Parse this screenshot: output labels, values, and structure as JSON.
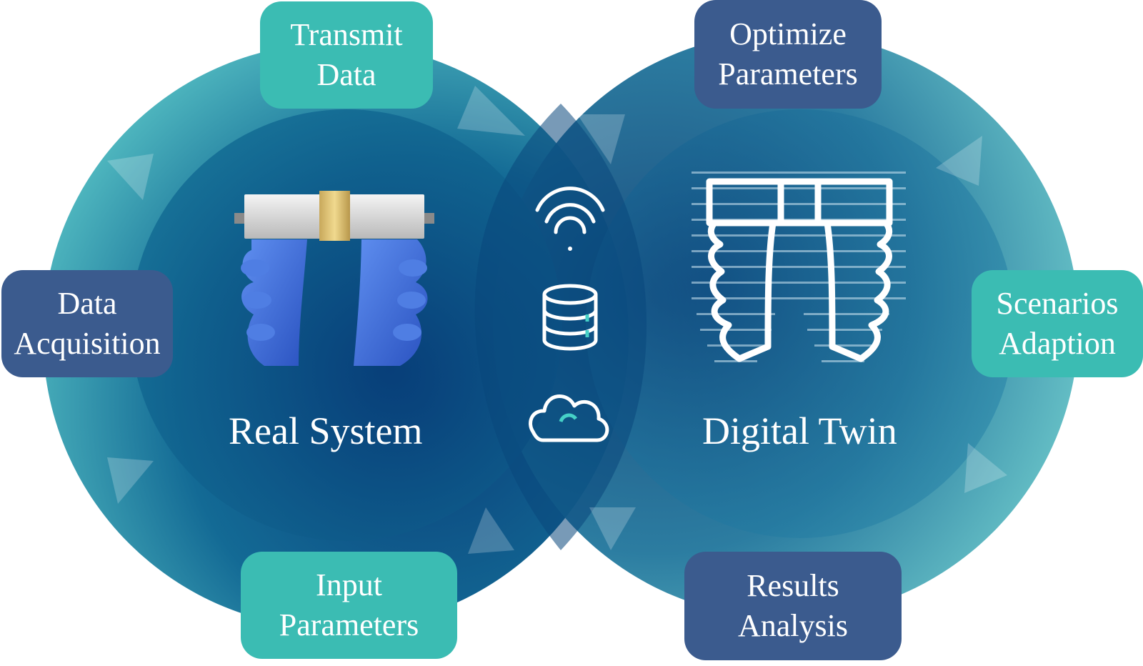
{
  "colors": {
    "teal_box": "#3bbcb3",
    "navy_box": "#3b5b8e",
    "circle_outer_light": "#5ec7c6",
    "circle_inner_dark": "#0a4a80",
    "icon_stroke": "#ffffff",
    "gripper_blue": "#3d6fd6"
  },
  "left_circle": {
    "title": "Real System"
  },
  "right_circle": {
    "title": "Digital Twin"
  },
  "boxes": {
    "transmit_data": [
      "Transmit",
      "Data"
    ],
    "data_acquisition": [
      "Data",
      "Acquisition"
    ],
    "input_parameters": [
      "Input",
      "Parameters"
    ],
    "optimize_parameters": [
      "Optimize",
      "Parameters"
    ],
    "scenarios_adaption": [
      "Scenarios",
      "Adaption"
    ],
    "results_analysis": [
      "Results",
      "Analysis"
    ]
  },
  "center_icons": [
    "wifi-icon",
    "database-icon",
    "cloud-icon"
  ]
}
